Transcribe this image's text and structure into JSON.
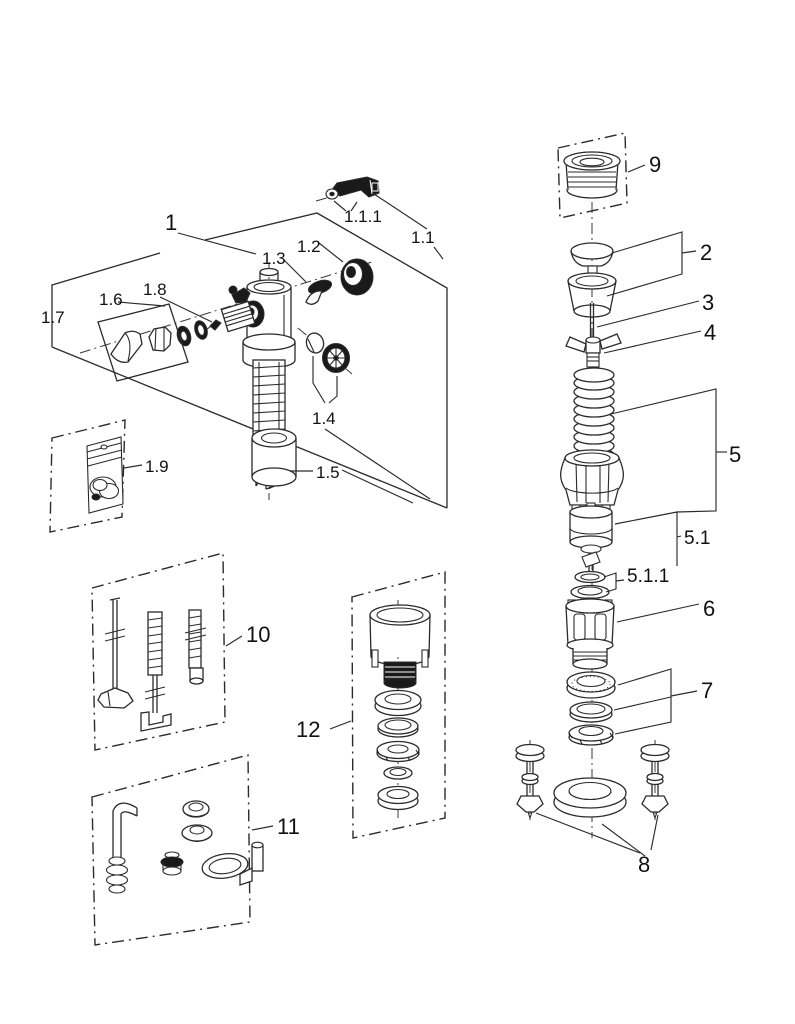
{
  "diagram": {
    "type": "exploded-parts-diagram",
    "subject": "cistern fill and flush valve spare parts",
    "colors": {
      "background": "#ffffff",
      "line": "#2b2b2b",
      "label": "#111111",
      "dark_fill": "#1a1a1a"
    }
  },
  "labels": {
    "n1": "1",
    "n1_1": "1.1",
    "n1_1_1": "1.1.1",
    "n1_2": "1.2",
    "n1_3": "1.3",
    "n1_4": "1.4",
    "n1_5": "1.5",
    "n1_6": "1.6",
    "n1_7": "1.7",
    "n1_8": "1.8",
    "n1_9": "1.9",
    "n2": "2",
    "n3": "3",
    "n4": "4",
    "n5": "5",
    "n5_1": "5.1",
    "n5_1_1": "5.1.1",
    "n6": "6",
    "n7": "7",
    "n8": "8",
    "n9": "9",
    "n10": "10",
    "n11": "11",
    "n12": "12"
  }
}
